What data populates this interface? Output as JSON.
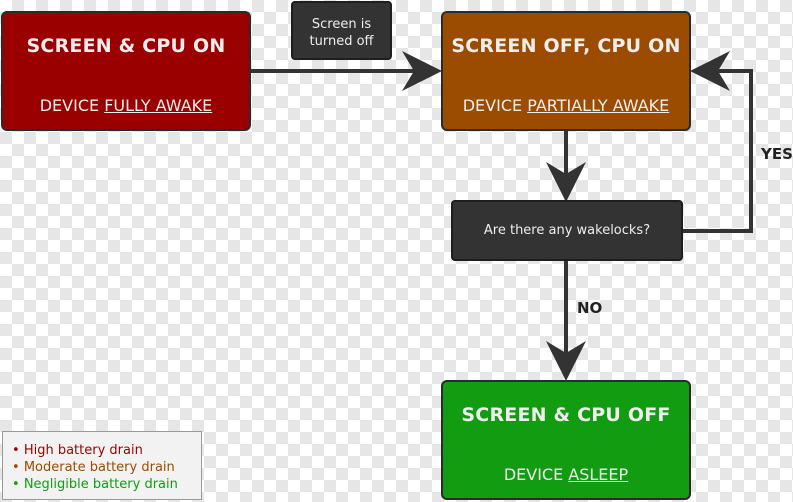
{
  "colors": {
    "high": "#9b0000",
    "moderate": "#9b4c00",
    "negligible": "#129c12",
    "arrow": "#333333"
  },
  "states": {
    "screen_cpu_on": {
      "title": "SCREEN & CPU ON",
      "prefix": "DEVICE ",
      "highlight": "FULLY AWAKE"
    },
    "screen_off_cpu_on": {
      "title": "SCREEN OFF, CPU ON",
      "prefix": "DEVICE ",
      "highlight": "PARTIALLY AWAKE"
    },
    "screen_cpu_off": {
      "title": "SCREEN & CPU OFF",
      "prefix": "DEVICE ",
      "highlight": "ASLEEP"
    }
  },
  "transition_note": {
    "line1": "Screen is",
    "line2": "turned off"
  },
  "decision": {
    "text": "Are there any wakelocks?"
  },
  "edges": {
    "yes": "YES",
    "no": "NO"
  },
  "legend": [
    {
      "text": "High battery drain",
      "color": "#9b0000"
    },
    {
      "text": "Moderate battery drain",
      "color": "#9b4c00"
    },
    {
      "text": "Negligible battery drain",
      "color": "#129c12"
    }
  ]
}
